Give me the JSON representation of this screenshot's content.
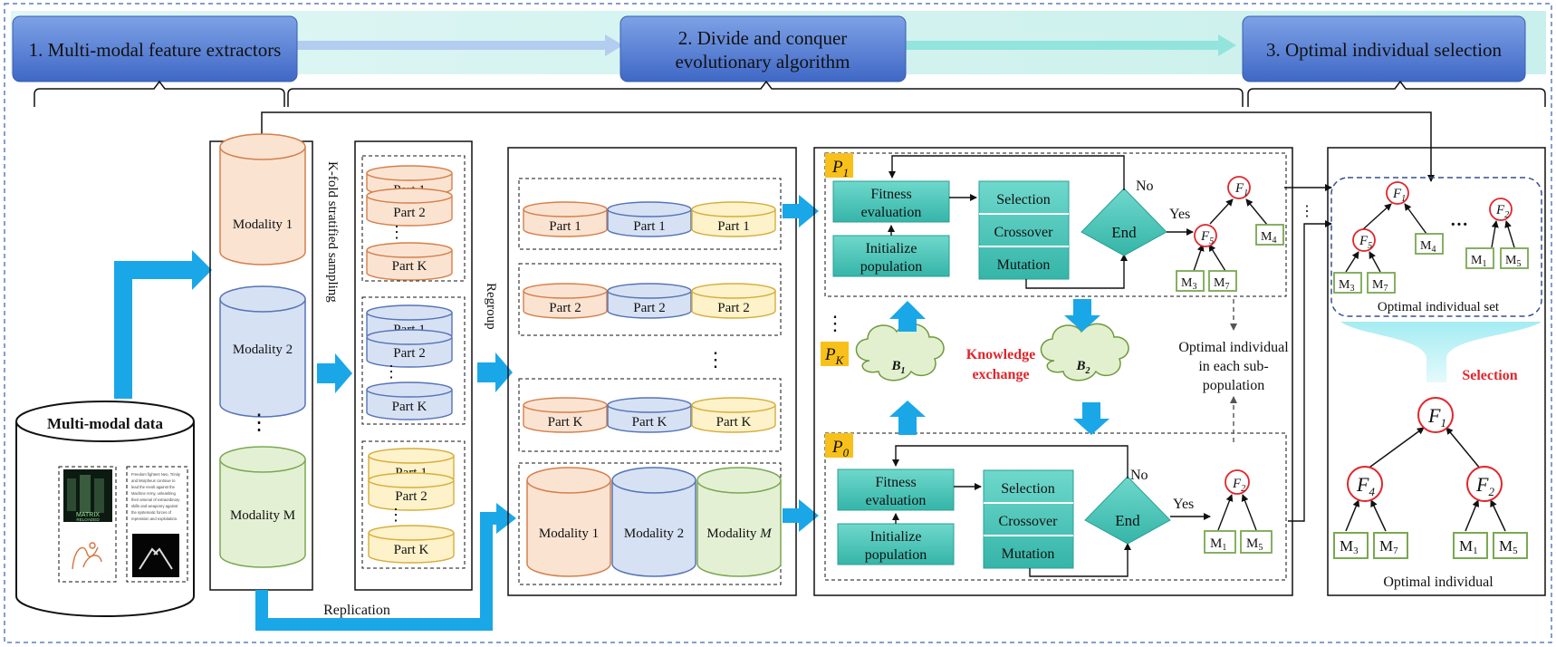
{
  "stages": {
    "s1": "1. Multi-modal feature extractors",
    "s2_line1": "2. Divide and conquer",
    "s2_line2": "evolutionary algorithm",
    "s3": "3. Optimal individual selection"
  },
  "data_block": {
    "title": "Multi-modal data",
    "poster_l1": "MATRIX",
    "poster_l2": "RELOADED",
    "text_l1": "Freedom fighters Neo, Trinity",
    "text_l2": "and Morpheus continue to",
    "text_l3": "lead the revolt against the",
    "text_l4": "Machine Army, unleashing",
    "text_l5": "their arsenal of extraordinary",
    "text_l6": "skills and weaponry against",
    "text_l7": "the systematic forces of",
    "text_l8": "repression and exploitation."
  },
  "modalities": {
    "m1": "Modality 1",
    "m2": "Modality 2",
    "mm": "Modality M",
    "ellipsis": "⋮"
  },
  "labels": {
    "kfold": "K-fold stratified sampling",
    "regroup": "Regroup",
    "replication": "Replication"
  },
  "parts": {
    "p1": "Part 1",
    "p2": "Part 2",
    "pk": "Part K",
    "ellipsis": "⋮"
  },
  "regroup_modalities": {
    "m1": "Modality 1",
    "m2": "Modality 2",
    "mm_prefix": "Modality ",
    "mm_italic": "M"
  },
  "ea": {
    "p1_main": "P",
    "p1_sub": "1",
    "p0_main": "P",
    "p0_sub": "0",
    "pk_main": "P",
    "pk_sub": "K",
    "fitness_l1": "Fitness",
    "fitness_l2": "evaluation",
    "init_l1": "Initialize",
    "init_l2": "population",
    "selection": "Selection",
    "crossover": "Crossover",
    "mutation": "Mutation",
    "end": "End",
    "no": "No",
    "yes": "Yes",
    "b1_main": "B",
    "b1_sub": "1",
    "b2_main": "B",
    "b2_sub": "2",
    "knowledge_l1": "Knowledge",
    "knowledge_l2": "exchange",
    "optimal_l1": "Optimal individual",
    "optimal_l2": "in each sub-",
    "optimal_l3": "population",
    "ellipsis": "⋮"
  },
  "trees": {
    "F": "F",
    "M": "M",
    "s1": "1",
    "s2": "2",
    "s3": "3",
    "s4": "4",
    "s5": "5",
    "s7": "7",
    "dots": "···",
    "vdots": "⋮"
  },
  "selection_panel": {
    "set_label": "Optimal individual set",
    "selection": "Selection",
    "optimal": "Optimal individual"
  },
  "colors": {
    "stage_blue": "#4a76d0",
    "arrow_blue": "#1aa7e8",
    "teal": "#3dbfb2",
    "orange_fill": "#fbe3d2",
    "orange_stroke": "#d4804a",
    "blue_fill": "#d7e1f4",
    "blue_stroke": "#5674b5",
    "yellow_fill": "#fdf2c9",
    "yellow_stroke": "#d6ad3a",
    "green_fill": "#e4f0d4",
    "green_stroke": "#7aa852",
    "red": "#e0262b",
    "p_badge": "#f8c01a"
  }
}
